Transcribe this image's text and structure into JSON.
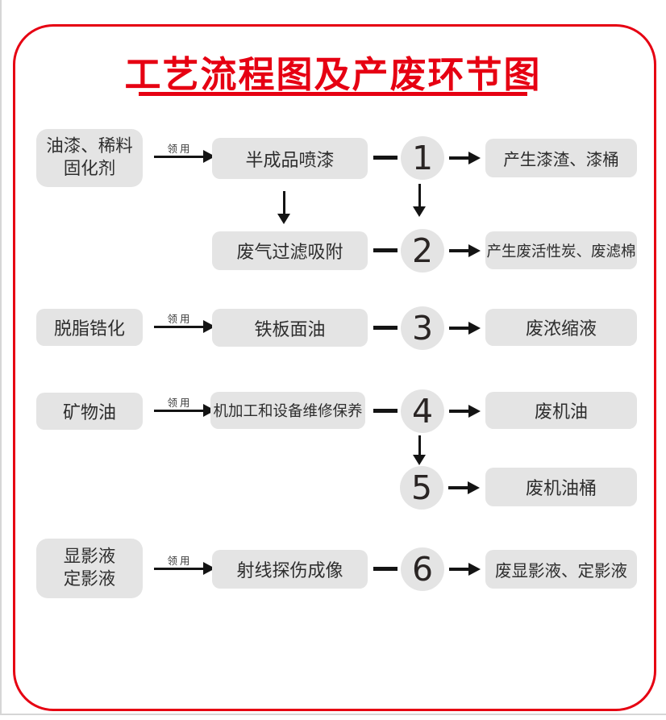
{
  "page": {
    "title": "工艺流程图及产废环节图"
  },
  "colors": {
    "accent_red": "#e60012",
    "box_gray": "#e4e4e4",
    "text_dark": "#2e2e2e",
    "arrow_black": "#141414"
  },
  "labels": {
    "issue": "领用"
  },
  "rows": [
    {
      "input_line1": "油漆、稀料",
      "input_line2": "固化剂",
      "process": "半成品喷漆",
      "step": "1",
      "waste": "产生漆渣、漆桶"
    },
    {
      "process": "废气过滤吸附",
      "step": "2",
      "waste": "产生废活性炭、废滤棉"
    },
    {
      "input_line1": "脱脂锆化",
      "process": "铁板面油",
      "step": "3",
      "waste": "废浓缩液"
    },
    {
      "input_line1": "矿物油",
      "process": "机加工和设备维修保养",
      "step": "4",
      "waste": "废机油"
    },
    {
      "step": "5",
      "waste": "废机油桶"
    },
    {
      "input_line1": "显影液",
      "input_line2": "定影液",
      "process": "射线探伤成像",
      "step": "6",
      "waste": "废显影液、定影液"
    }
  ]
}
